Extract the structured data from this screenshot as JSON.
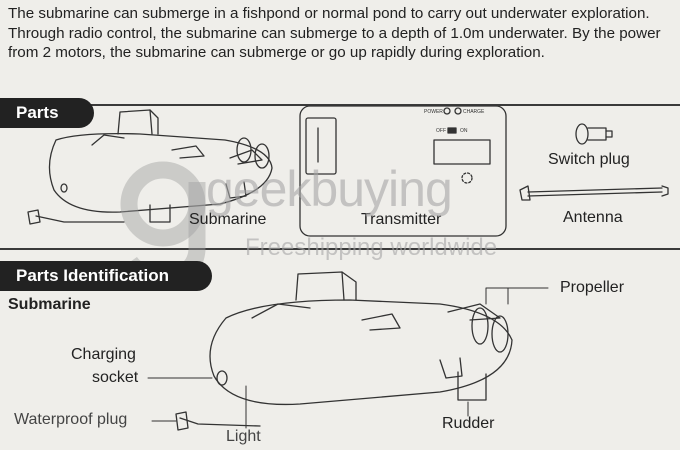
{
  "intro": {
    "text": "The submarine can submerge in a fishpond or normal pond to carry out underwater exploration. Through radio control, the submarine can submerge to a depth of 1.0m underwater. By the power from 2 motors, the submarine can submerge or go up rapidly during exploration."
  },
  "parts": {
    "heading": "Parts",
    "submarine": "Submarine",
    "transmitter": "Transmitter",
    "switch_plug": "Switch plug",
    "antenna": "Antenna",
    "transmitter_panel": {
      "power": "POWER",
      "charge": "CHARGE",
      "off": "OFF",
      "on": "ON"
    }
  },
  "identification": {
    "heading": "Parts Identification",
    "subheading": "Submarine",
    "propeller": "Propeller",
    "charging_socket_line1": "Charging",
    "charging_socket_line2": "socket",
    "waterproof_plug": "Waterproof plug",
    "light": "Light",
    "rudder": "Rudder"
  },
  "watermark": {
    "brand": "geekbuying",
    "tagline": "Freeshipping worldwide"
  },
  "colors": {
    "paper": "#efeeea",
    "ink": "#222222",
    "watermark": "#a8a8a8"
  }
}
